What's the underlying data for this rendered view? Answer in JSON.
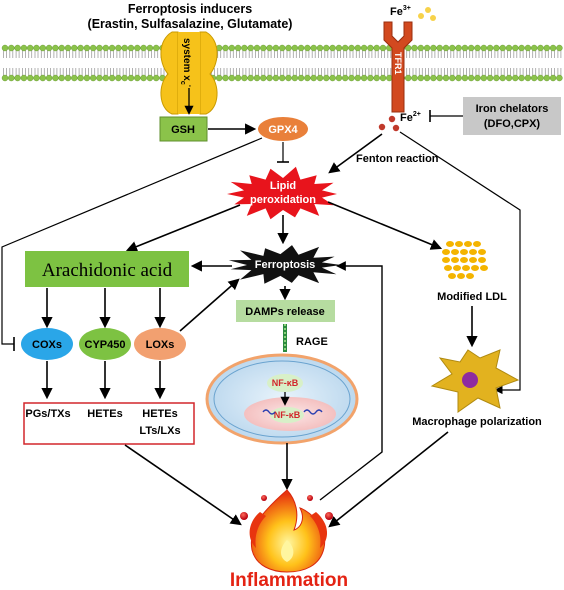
{
  "inducers": {
    "title": "Ferroptosis inducers",
    "list": "(Erastin, Sulfasalazine, Glutamate)"
  },
  "membrane": {
    "system_xc": "system x",
    "system_xc_sub": "c",
    "system_xc_sup": "-",
    "tfr1": "TFR1"
  },
  "iron": {
    "fe3": "Fe",
    "fe3_sup": "3+",
    "fe2": "Fe",
    "fe2_sup": "2+"
  },
  "chelators": {
    "line1": "Iron chelators",
    "line2": "(DFO,CPX)"
  },
  "fenton": "Fenton reaction",
  "gsh": "GSH",
  "gpx4": "GPX4",
  "lipid_perox": {
    "line1": "Lipid",
    "line2": "peroxidation"
  },
  "arachidonic": "Arachidonic acid",
  "ferroptosis": "Ferroptosis",
  "damps": "DAMPs release",
  "rage": "RAGE",
  "nfkb_cyto": "NF-κB",
  "nfkb_nuc": "NF-κB",
  "enzymes": {
    "cox": "COXs",
    "cyp": "CYP450",
    "lox": "LOXs"
  },
  "products": {
    "cox": "PGs/TXs",
    "cyp": "HETEs",
    "lox_line1": "HETEs",
    "lox_line2": "LTs/LXs"
  },
  "ldl": "Modified LDL",
  "macrophage": "Macrophage polarization",
  "inflammation": "Inflammation",
  "colors": {
    "membrane_head": "#8bc34a",
    "membrane_tail": "#9e9e9e",
    "system_xc": "#f6c21a",
    "tfr1": "#d2491f",
    "gsh_box": "#8bc34a",
    "gpx4": "#e9803a",
    "lipid_star": "#e8141c",
    "arachidonic_box": "#7dc242",
    "ferroptosis_star": "#111111",
    "damps_box": "#b6dca0",
    "cox": "#2aa6e8",
    "cyp": "#7dc242",
    "lox": "#f2a070",
    "product_border": "#d2262b",
    "iron_dot": "#c0392b",
    "ldl_dot": "#f4b400",
    "macrophage": "#e2b21f",
    "macrophage_nucleus": "#8e2ca0",
    "inflammation_text": "#e42313",
    "chelator_box": "#c8c8c8"
  }
}
